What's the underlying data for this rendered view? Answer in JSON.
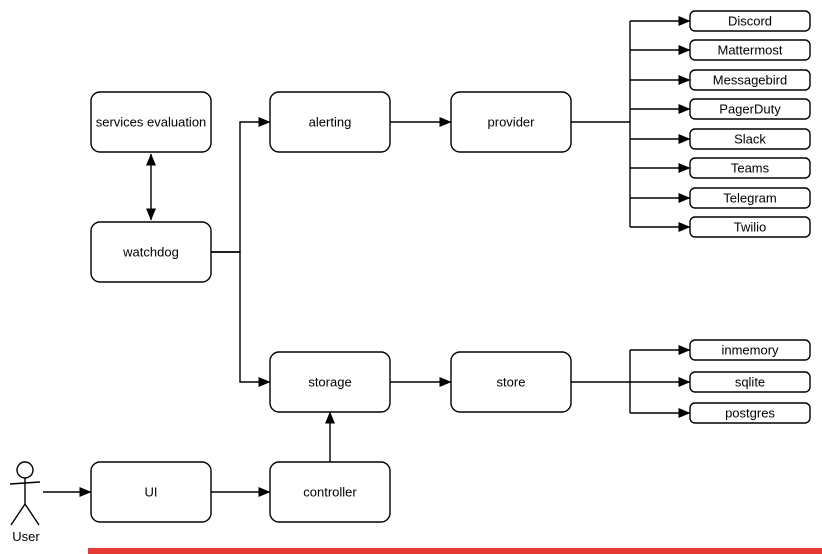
{
  "diagram": {
    "nodes": {
      "services_evaluation": {
        "label": "services evaluation"
      },
      "watchdog": {
        "label": "watchdog"
      },
      "alerting": {
        "label": "alerting"
      },
      "provider": {
        "label": "provider"
      },
      "storage": {
        "label": "storage"
      },
      "store": {
        "label": "store"
      },
      "ui": {
        "label": "UI"
      },
      "controller": {
        "label": "controller"
      }
    },
    "providers": [
      "Discord",
      "Mattermost",
      "Messagebird",
      "PagerDuty",
      "Slack",
      "Teams",
      "Telegram",
      "Twilio"
    ],
    "stores": [
      "inmemory",
      "sqlite",
      "postgres"
    ],
    "actor": {
      "label": "User"
    },
    "colors": {
      "line": "#000000",
      "node_fill": "#ffffff",
      "bottom_bar": "#e53935"
    }
  }
}
